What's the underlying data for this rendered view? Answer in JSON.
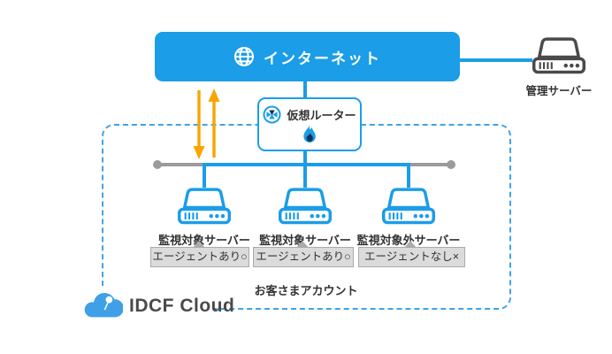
{
  "colors": {
    "primary_blue": "#1b9de8",
    "border_dash_blue": "#3fa3e8",
    "orange": "#f7a500",
    "gray_line": "#9b9b9b",
    "mgmt_icon_gray": "#4a4a4a",
    "badge_bg": "#dbdbdb",
    "badge_border": "#aaaaaa",
    "flame_navy": "#123253",
    "text_dark": "#333333"
  },
  "internet": {
    "label": "インターネット",
    "icon": "globe-icon"
  },
  "management_server": {
    "label": "管理サーバー",
    "icon": "server-icon"
  },
  "virtual_router": {
    "label": "仮想ルーター",
    "icons": [
      "router-icon",
      "firewall-flame-icon"
    ]
  },
  "account_box": {
    "label": "お客さまアカウント"
  },
  "servers": [
    {
      "label": "監視対象サーバー",
      "badge": "エージェントあり○",
      "monitored": true
    },
    {
      "label": "監視対象サーバー",
      "badge": "エージェントあり○",
      "monitored": true
    },
    {
      "label": "監視対象外サーバー",
      "badge": "エージェントなし×",
      "monitored": false
    }
  ],
  "logo": {
    "text": "IDCF Cloud",
    "icon": "idcf-cloud-icon"
  }
}
